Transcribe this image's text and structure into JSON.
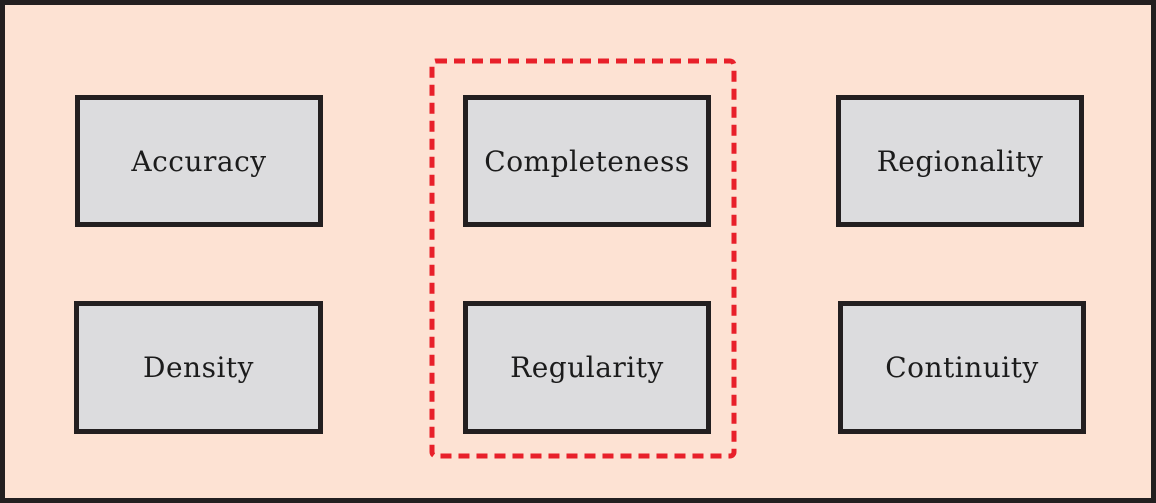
{
  "diagram": {
    "boxes": [
      {
        "id": "accuracy",
        "label": "Accuracy"
      },
      {
        "id": "completeness",
        "label": "Completeness"
      },
      {
        "id": "regionality",
        "label": "Regionality"
      },
      {
        "id": "density",
        "label": "Density"
      },
      {
        "id": "regularity",
        "label": "Regularity"
      },
      {
        "id": "continuity",
        "label": "Continuity"
      }
    ],
    "highlighted": [
      "completeness",
      "regularity"
    ],
    "colors": {
      "background": "#fde2d3",
      "border": "#231f20",
      "box_fill": "#dcdcde",
      "highlight": "#e8202a"
    }
  }
}
